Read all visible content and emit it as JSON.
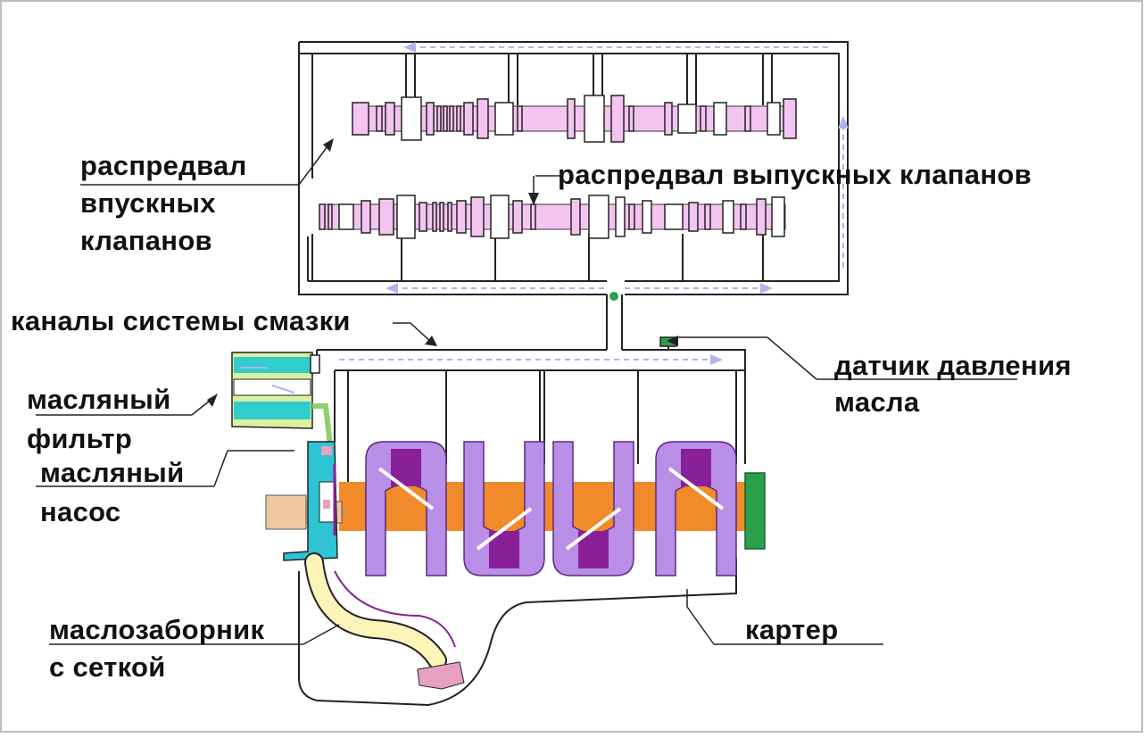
{
  "labels": {
    "intake_camshaft": [
      "распредвал",
      "впускных",
      "клапанов"
    ],
    "exhaust_camshaft": "распредвал выпускных клапанов",
    "oil_channels": "каналы системы смазки",
    "oil_filter": [
      "масляный",
      "фильтр"
    ],
    "oil_pump": [
      "масляный",
      "насос"
    ],
    "pressure_sensor": [
      "датчик давления",
      "масла"
    ],
    "oil_pickup": [
      "маслозаборник",
      "с сеткой"
    ],
    "crankcase": "картер"
  },
  "colors": {
    "camshaft": "#f4c4f0",
    "cam_dark": "#111111",
    "counterweight": "#b98ee6",
    "counterweight_dark": "#8a1f9a",
    "crankshaft": "#f08a2a",
    "filter": "#33cccc",
    "filter_light": "#d9f2a0",
    "pump": "#2ec4d6",
    "pickup": "#fbf3b8",
    "pickup_screen": "#e6a0c0",
    "flywheel": "#2aa04a",
    "pulley": "#f0c8a0",
    "flow_arrow": "#b0b4f0",
    "lines": "#222222"
  }
}
